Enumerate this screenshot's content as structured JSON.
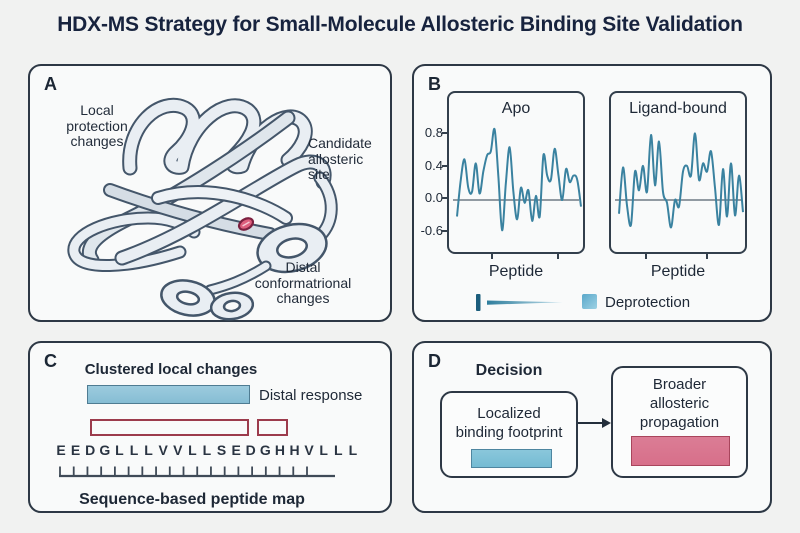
{
  "title": "HDX-MS Strategy for Small-Molecule Allosteric Binding Site Validation",
  "colors": {
    "line": "#3a82a0",
    "zero_line": "#6f7a84",
    "blue_fill": "#8fc4da",
    "pink_fill": "#d9768f",
    "red_outline": "#9c3b4c",
    "panel_border": "#2d3845",
    "text": "#1e2836",
    "ligand_dot": "#de5f7d"
  },
  "panels": {
    "a": {
      "label": "A",
      "annotation_local": [
        "Local",
        "protection",
        "changes"
      ],
      "annotation_site": [
        "Candidate",
        "allosteric",
        "site"
      ],
      "annotation_distal": [
        "Distal",
        "conformatrional",
        "changes"
      ]
    },
    "b": {
      "label": "B",
      "apo_title": "Apo",
      "ligand_title": "Ligand-bound",
      "xlabel": "Peptide",
      "legend_label": "Deprotection",
      "ytick_labels": [
        "0.8",
        "0.4",
        "0.0",
        "-0.6"
      ]
    },
    "c": {
      "label": "C",
      "heading": "Clustered local changes",
      "distal_label": "Distal response",
      "sequence": "EEDGLLLVVLLSEDGHHVLLL",
      "ruler_ticks": 19,
      "caption": "Sequence-based peptide map"
    },
    "d": {
      "label": "D",
      "heading": "Decision",
      "left_box": [
        "Localized",
        "binding footprint"
      ],
      "right_box": [
        "Broader",
        "allosteric",
        "propagation"
      ]
    }
  },
  "chart_data": [
    {
      "type": "line",
      "title": "Apo",
      "xlabel": "Peptide",
      "ylabel": "",
      "yticks": [
        0.8,
        0.4,
        0.0,
        -0.6
      ],
      "ylim": [
        -0.75,
        1.1
      ],
      "grid": false,
      "zero_line": true,
      "values": [
        -0.3,
        0.25,
        0.5,
        0.15,
        0.1,
        0.45,
        0.08,
        0.35,
        0.55,
        0.6,
        0.87,
        0.3,
        -0.55,
        0.2,
        0.65,
        0.1,
        -0.35,
        0.15,
        -0.05,
        0.12,
        -0.38,
        0.05,
        -0.3,
        0.55,
        0.3,
        0.25,
        0.63,
        0.3,
        0.0,
        0.38,
        0.22,
        0.3,
        0.25,
        -0.12
      ]
    },
    {
      "type": "line",
      "title": "Ligand-bound",
      "xlabel": "Peptide",
      "ylabel": "",
      "yticks": [
        0.8,
        0.4,
        0.0,
        -0.6
      ],
      "ylim": [
        -0.75,
        1.1
      ],
      "grid": false,
      "zero_line": true,
      "values": [
        -0.25,
        0.4,
        -0.1,
        -0.45,
        0.35,
        0.12,
        0.42,
        0.1,
        0.8,
        0.18,
        0.72,
        0.1,
        -0.05,
        -0.5,
        0.0,
        -0.12,
        0.35,
        0.42,
        0.3,
        0.82,
        0.25,
        0.45,
        0.35,
        0.6,
        0.15,
        -0.45,
        0.38,
        -0.3,
        0.45,
        -0.28,
        0.3,
        -0.22
      ]
    }
  ]
}
